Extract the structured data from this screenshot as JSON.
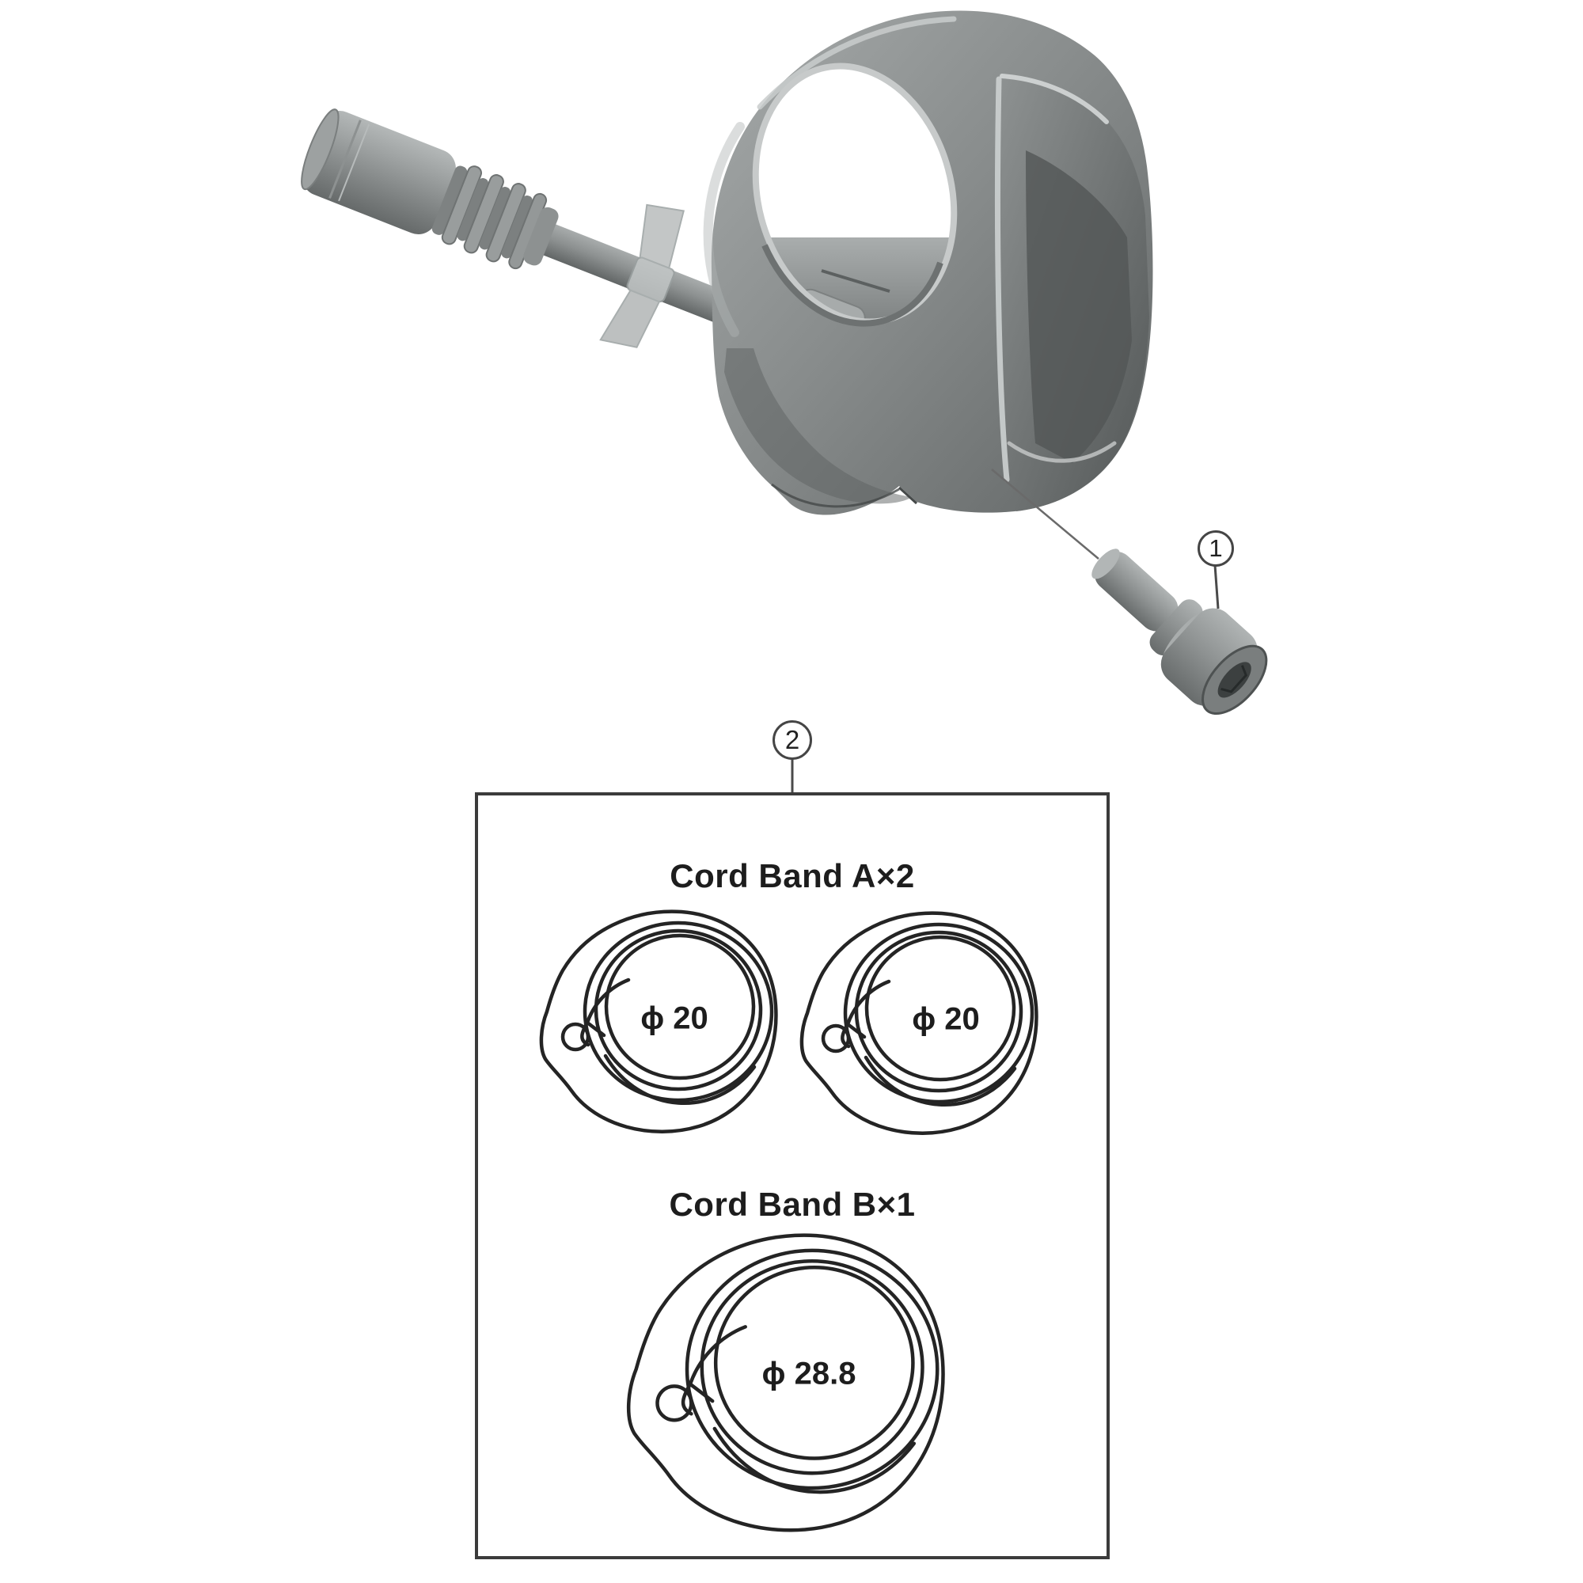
{
  "diagram": {
    "background_color": "#ffffff",
    "line_color": "#2b2b2b",
    "metal_gray": "#8a8e8e",
    "callouts": [
      {
        "number": "1"
      },
      {
        "number": "2"
      }
    ],
    "parts_box": {
      "section_a": {
        "title": "Cord Band A×2",
        "bands": [
          {
            "diameter_label": "ϕ 20"
          },
          {
            "diameter_label": "ϕ 20"
          }
        ]
      },
      "section_b": {
        "title": "Cord Band B×1",
        "bands": [
          {
            "diameter_label": "ϕ 28.8"
          }
        ]
      }
    }
  }
}
